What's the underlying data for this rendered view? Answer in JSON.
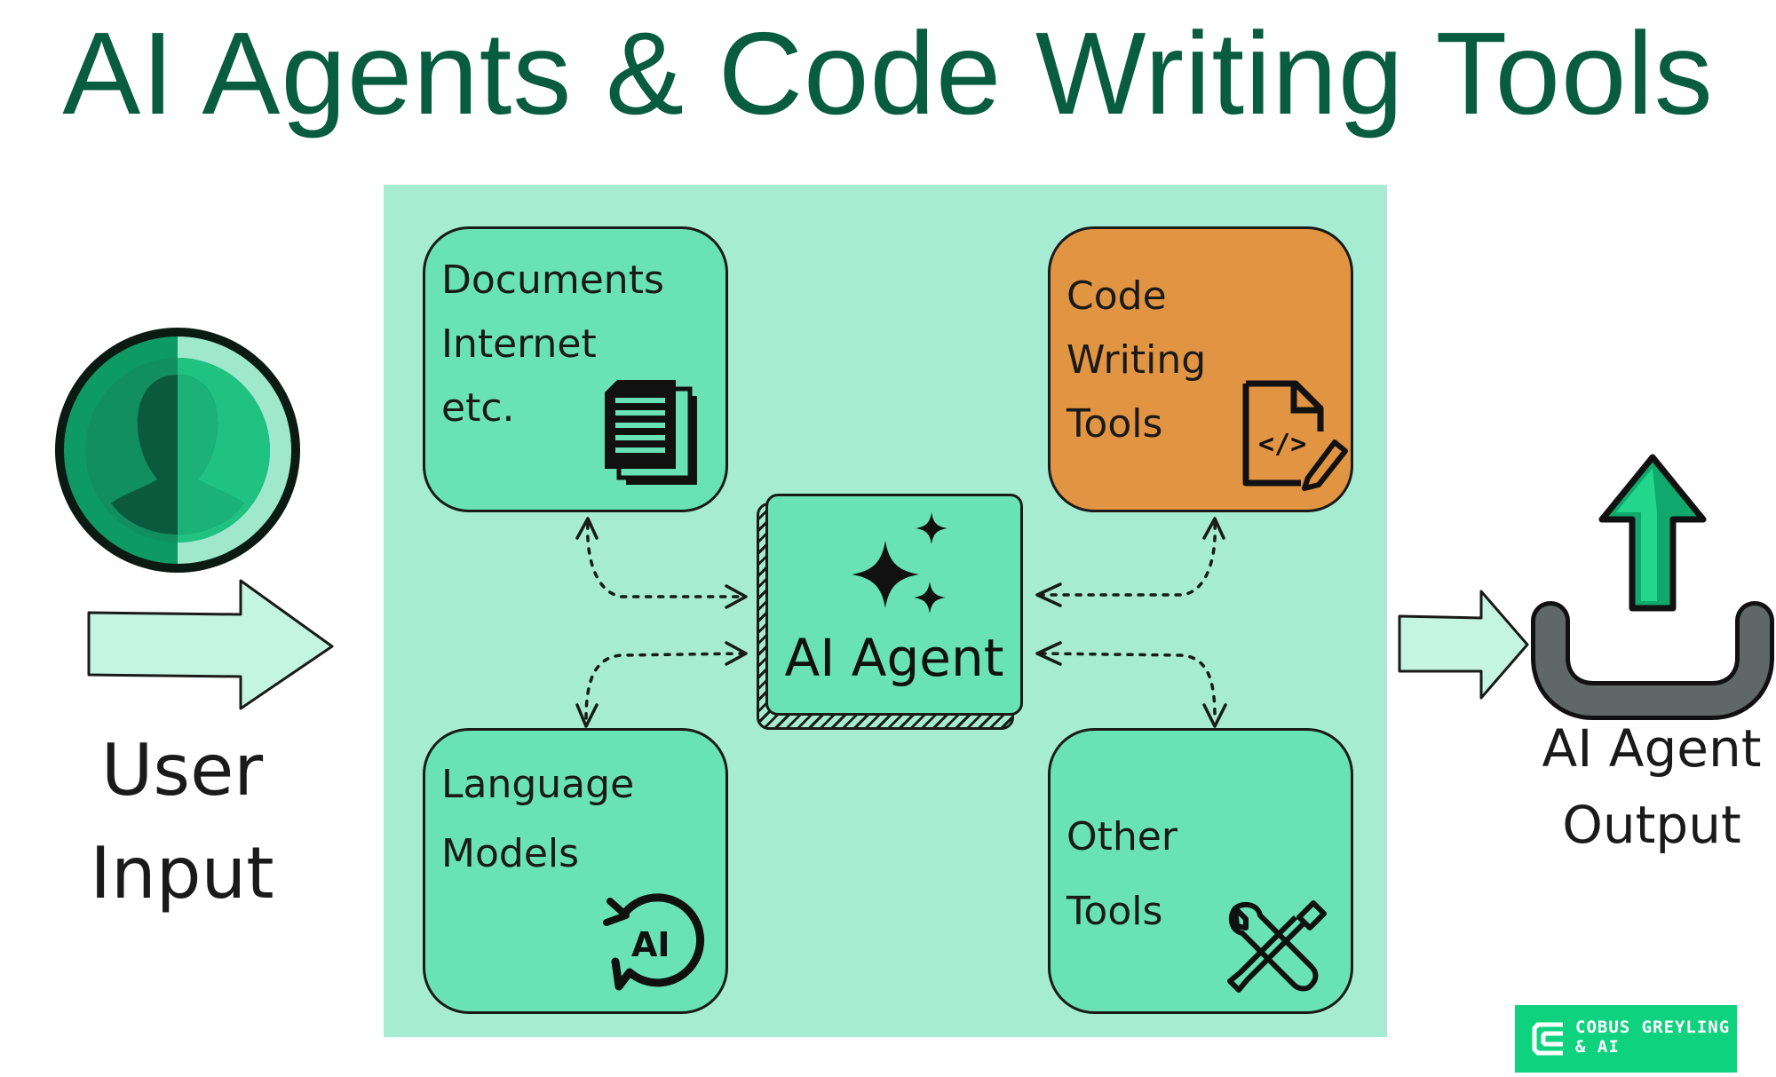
{
  "title": "AI Agents & Code Writing Tools",
  "user_input": {
    "label": "User\nInput"
  },
  "output": {
    "label": "AI Agent\nOutput"
  },
  "center": {
    "label": "AI Agent"
  },
  "boxes": {
    "documents": {
      "label": "Documents\nInternet\netc."
    },
    "code": {
      "label": "Code\nWriting\nTools"
    },
    "language": {
      "label": "Language\nModels"
    },
    "other": {
      "label": "Other\nTools"
    }
  },
  "logo": {
    "text": "COBUS GREYLING\n& AI"
  },
  "colors": {
    "title": "#085c40",
    "panel": "#a5ecd3",
    "box": "#69e2b8",
    "code_box": "#e19442",
    "logo": "#0fd27f",
    "arrow": "#c4f4e2"
  },
  "icons": [
    "user-avatar-icon",
    "documents-icon",
    "sparkle-icon",
    "code-file-edit-icon",
    "ai-refresh-icon",
    "wrench-screwdriver-icon",
    "upload-icon"
  ]
}
